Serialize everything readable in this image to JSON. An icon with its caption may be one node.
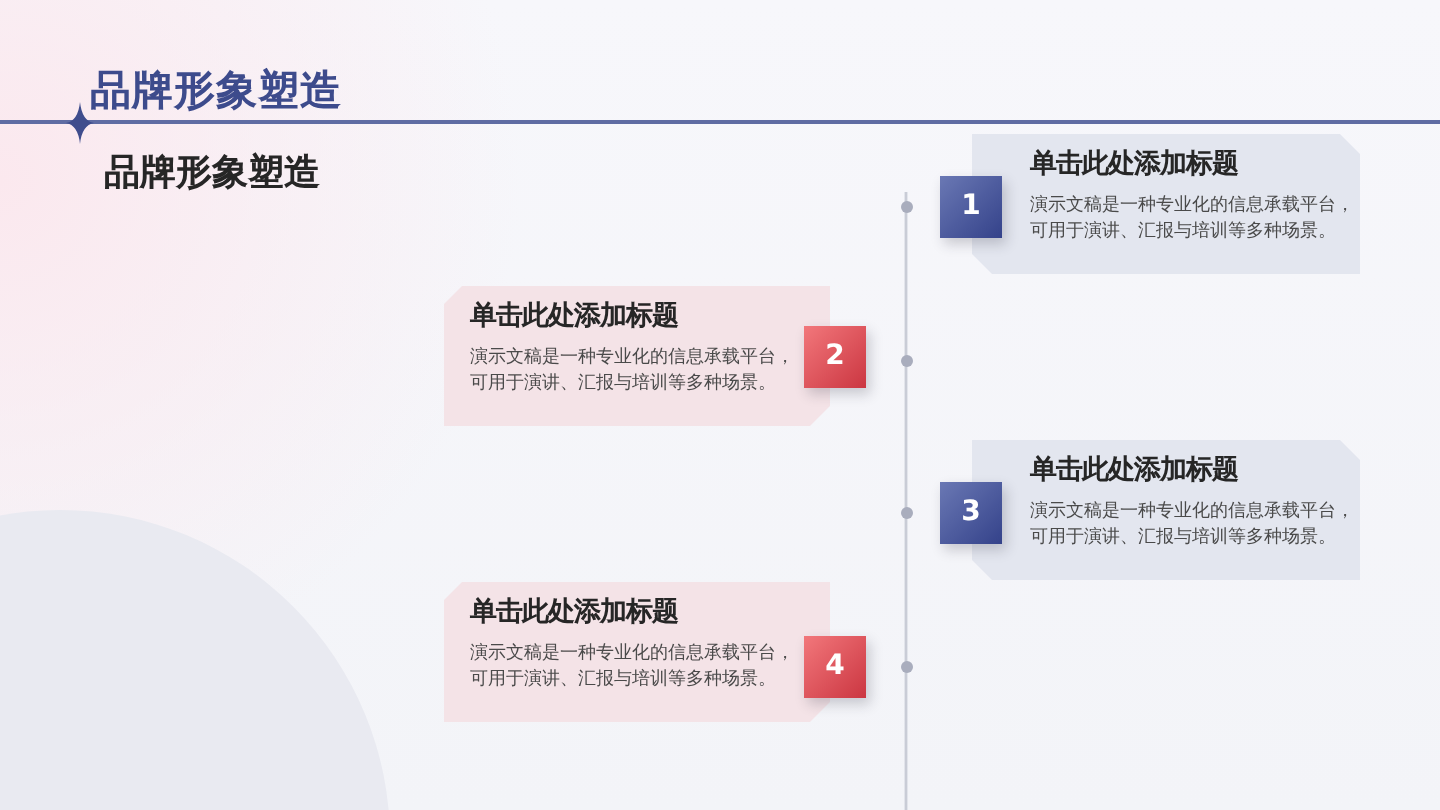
{
  "diagram": {
    "title": "品牌形象塑造",
    "nodes": [
      {
        "text": [
          "单击此处添加标题",
          "演示文稿是一种专业化的信息承载平台，可用于演讲、汇报与培训等多种场景。"
        ]
      },
      {
        "text": [
          "1"
        ]
      },
      {
        "text": [
          "单击此处添加标题",
          "演示文稿是一种专业化的信息承载平台，可用于演讲、汇报与培训等多种场景。"
        ]
      },
      {
        "text": [
          "2"
        ]
      },
      {
        "text": [
          "单击此处添加标题",
          "演示文稿是一种专业化的信息承载平台，可用于演讲、汇报与培训等多种场景。"
        ]
      },
      {
        "text": [
          "3"
        ]
      },
      {
        "text": [
          "单击此处添加标题",
          "演示文稿是一种专业化的信息承载平台，可用于演讲、汇报与培训等多种场景。"
        ]
      },
      {
        "text": [
          "4"
        ]
      }
    ],
    "labels": [
      "品牌形象塑造"
    ]
  }
}
